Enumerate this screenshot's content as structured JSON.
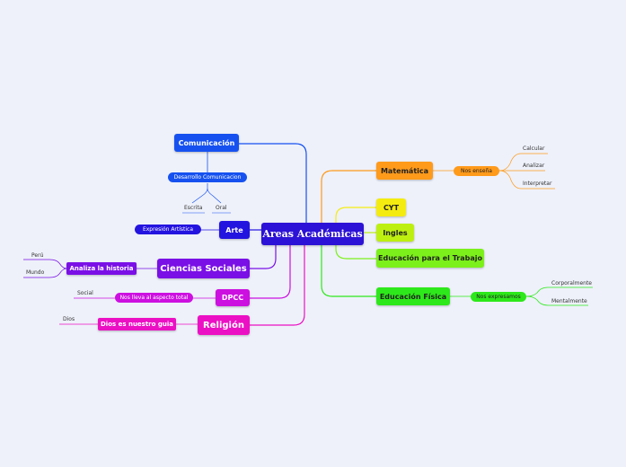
{
  "central": {
    "label": "Areas Académicas",
    "color": "#2c12d6"
  },
  "topics": {
    "comunicacion": {
      "label": "Comunicación",
      "color": "#1651f0"
    },
    "arte": {
      "label": "Arte",
      "color": "#2414e0"
    },
    "ciencias_sociales": {
      "label": "Ciencias Sociales",
      "color": "#7a10e6"
    },
    "dpcc": {
      "label": "DPCC",
      "color": "#cc10e0"
    },
    "religion": {
      "label": "Religión",
      "color": "#ec10c4"
    },
    "matematica": {
      "label": "Matemática",
      "color": "#ff9a1a"
    },
    "cyt": {
      "label": "CYT",
      "color": "#f4ec10"
    },
    "ingles": {
      "label": "Ingles",
      "color": "#bdf010"
    },
    "educacion_trabajo": {
      "label": "Educación para el Trabajo",
      "color": "#7cf01a"
    },
    "educacion_fisica": {
      "label": "Educación Física",
      "color": "#2de81a"
    }
  },
  "subtopics": {
    "desarrollo_comunicacion": "Desarrollo Comunicacion",
    "expresion_artistica": "Expresión Artística",
    "analiza_historia": "Analiza la historia",
    "nos_lleva": "Nos lleva al aspecto total",
    "dios_guia": "Dios es nuestro guia",
    "nos_ensena": "Nos enseña",
    "nos_expresamos": "Nos expresamos"
  },
  "leaves": {
    "escrita": "Escrita",
    "oral": "Oral",
    "peru": "Perú",
    "mundo": "Mundo",
    "social": "Social",
    "dios": "Dios",
    "calcular": "Calcular",
    "analizar": "Analizar",
    "interpretar": "Interpretar",
    "corporalmente": "Corporalmente",
    "mentalmente": "Mentalmente"
  }
}
